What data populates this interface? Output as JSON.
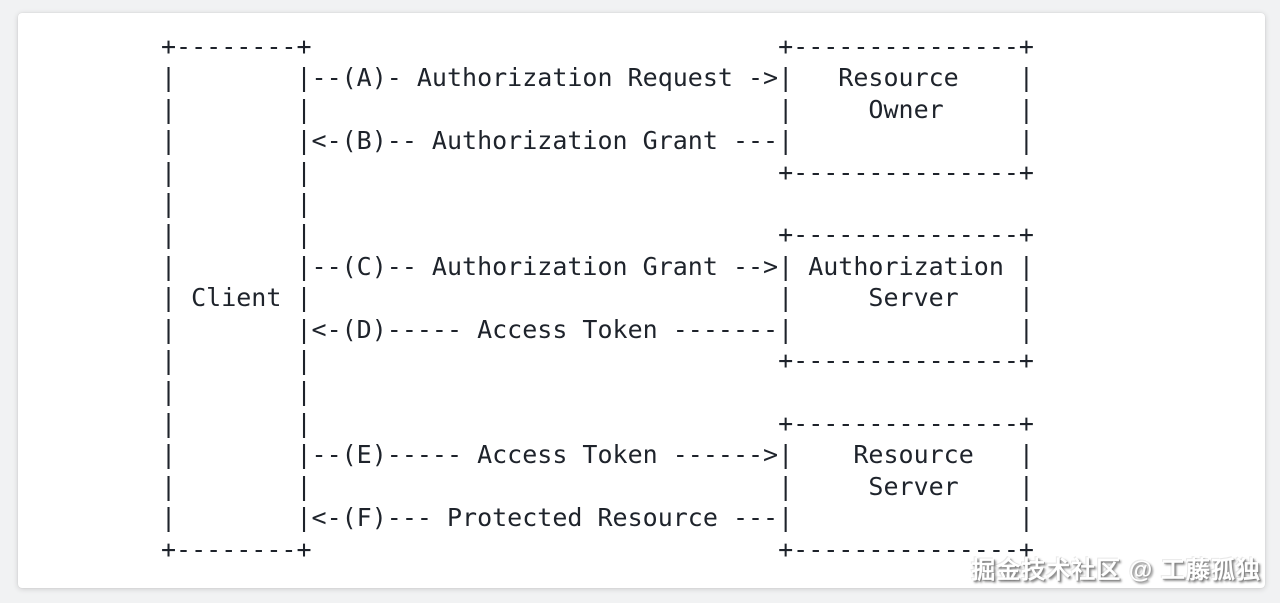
{
  "page": {
    "background_color": "#f1f2f3",
    "card_color": "#ffffff",
    "text_color": "#1e232b"
  },
  "diagram": {
    "ascii": "+--------+                               +---------------+\n|        |--(A)- Authorization Request ->|   Resource    |\n|        |                               |     Owner     |\n|        |<-(B)-- Authorization Grant ---|               |\n|        |                               +---------------+\n|        |\n|        |                               +---------------+\n|        |--(C)-- Authorization Grant -->| Authorization |\n| Client |                               |     Server    |\n|        |<-(D)----- Access Token -------|               |\n|        |                               +---------------+\n|        |\n|        |                               +---------------+\n|        |--(E)----- Access Token ------>|    Resource   |\n|        |                               |     Server    |\n|        |<-(F)--- Protected Resource ---|               |\n+--------+                               +---------------+",
    "entities": [
      "Client",
      "Resource Owner",
      "Authorization Server",
      "Resource Server"
    ],
    "steps": [
      {
        "label": "(A)",
        "from": "Client",
        "to": "Resource Owner",
        "message": "Authorization Request"
      },
      {
        "label": "(B)",
        "from": "Resource Owner",
        "to": "Client",
        "message": "Authorization Grant"
      },
      {
        "label": "(C)",
        "from": "Client",
        "to": "Authorization Server",
        "message": "Authorization Grant"
      },
      {
        "label": "(D)",
        "from": "Authorization Server",
        "to": "Client",
        "message": "Access Token"
      },
      {
        "label": "(E)",
        "from": "Client",
        "to": "Resource Server",
        "message": "Access Token"
      },
      {
        "label": "(F)",
        "from": "Resource Server",
        "to": "Client",
        "message": "Protected Resource"
      }
    ]
  },
  "watermark": {
    "text": "掘金技术社区 @ 工藤孤独"
  }
}
